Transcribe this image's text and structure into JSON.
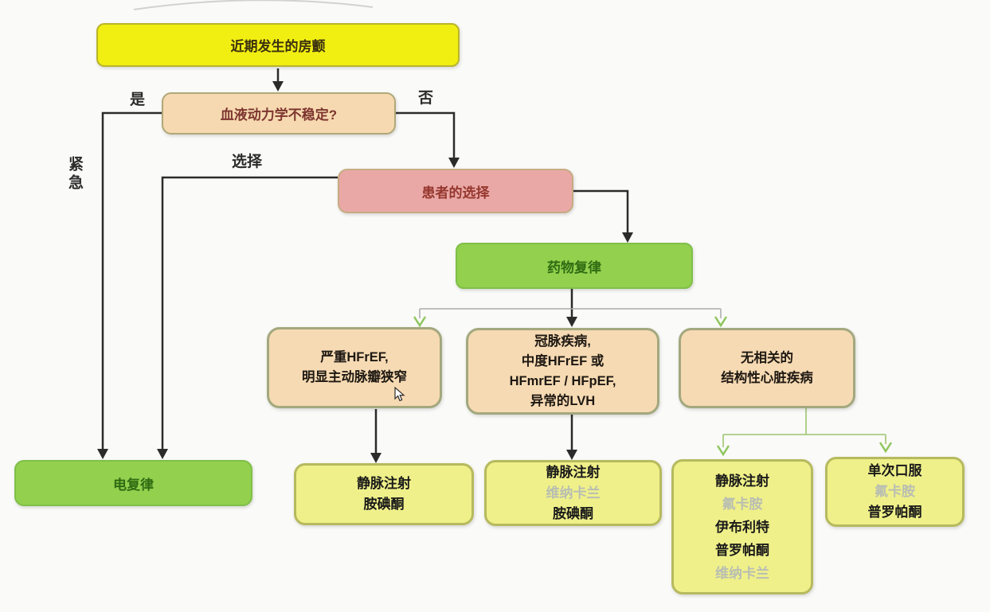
{
  "labels": {
    "yes": "是",
    "no": "否",
    "select": "选择",
    "urgent": "紧急"
  },
  "nodes": {
    "recent_af": "近期发生的房颤",
    "hemodynamic": "血液动力学不稳定?",
    "patient_choice": "患者的选择",
    "pharm_cardioversion": "药物复律",
    "electrical_cardioversion": "电复律"
  },
  "conditions": [
    {
      "lines": [
        "严重HFrEF,",
        "明显主动脉瓣狭窄"
      ]
    },
    {
      "lines": [
        "冠脉疾病,",
        "中度HFrEF 或",
        "HFmrEF / HFpEF,",
        "异常的LVH"
      ]
    },
    {
      "lines": [
        "无相关的",
        "结构性心脏疾病"
      ]
    }
  ],
  "results": [
    {
      "lines": [
        {
          "text": "静脉注射",
          "muted": false
        },
        {
          "text": "胺碘酮",
          "muted": false
        }
      ]
    },
    {
      "lines": [
        {
          "text": "静脉注射",
          "muted": false
        },
        {
          "text": "维纳卡兰",
          "muted": true
        },
        {
          "text": "胺碘酮",
          "muted": false
        }
      ]
    },
    {
      "lines": [
        {
          "text": "静脉注射",
          "muted": false
        },
        {
          "text": "氟卡胺",
          "muted": true
        },
        {
          "text": "伊布利特",
          "muted": false
        },
        {
          "text": "普罗帕酮",
          "muted": false
        },
        {
          "text": "维纳卡兰",
          "muted": true
        }
      ]
    },
    {
      "lines": [
        {
          "text": "单次口服",
          "muted": false
        },
        {
          "text": "氟卡胺",
          "muted": true
        },
        {
          "text": "普罗帕酮",
          "muted": false
        }
      ]
    }
  ],
  "colors": {
    "node_yellow": "#f1ee12",
    "node_tan": "#f6d9b0",
    "node_pink": "#e9a8a5",
    "node_green": "#92d04e",
    "node_light_yellow": "#eff089",
    "muted_drug_text": "#b9beb2",
    "connector_dark": "#2b2b2b",
    "connector_branch_green": "#8fc65e"
  }
}
